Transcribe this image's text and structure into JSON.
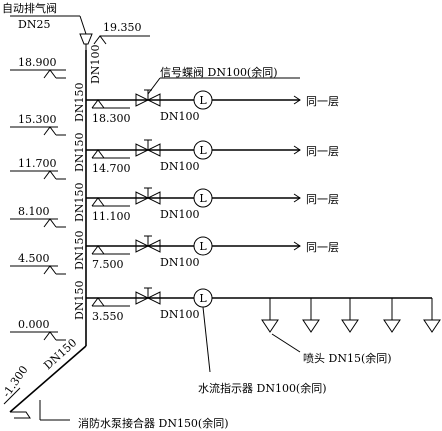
{
  "top": {
    "air_valve_label": "自动排气阀",
    "air_valve_size": "DN25",
    "top_elevation": "19.350"
  },
  "riser": {
    "pipe_size_top": "DN100",
    "pipe_size": "DN150"
  },
  "annotations": {
    "signal_valve": "信号蝶阀 DN100(余同)",
    "sprinkler": "喷头 DN15(余同)",
    "flow_indicator": "水流指示器 DN100(余同)",
    "pump_connector": "消防水泵接合器 DN150(余同)"
  },
  "floors": [
    {
      "floor_elev": "18.900",
      "branch_elev": "18.300",
      "branch_size": "DN100",
      "dest": "同一层"
    },
    {
      "floor_elev": "15.300",
      "branch_elev": "14.700",
      "branch_size": "DN100",
      "dest": "同一层"
    },
    {
      "floor_elev": "11.700",
      "branch_elev": "11.100",
      "branch_size": "DN100",
      "dest": "同一层"
    },
    {
      "floor_elev": "8.100",
      "branch_elev": "7.500",
      "branch_size": "DN100",
      "dest": "同一层"
    },
    {
      "floor_elev": "4.500",
      "branch_elev": "3.550",
      "branch_size": "DN100",
      "dest": ""
    }
  ],
  "ground": {
    "elevation": "0.000",
    "underground_elevation": "-1.300"
  },
  "flow_meter_symbol": "L"
}
